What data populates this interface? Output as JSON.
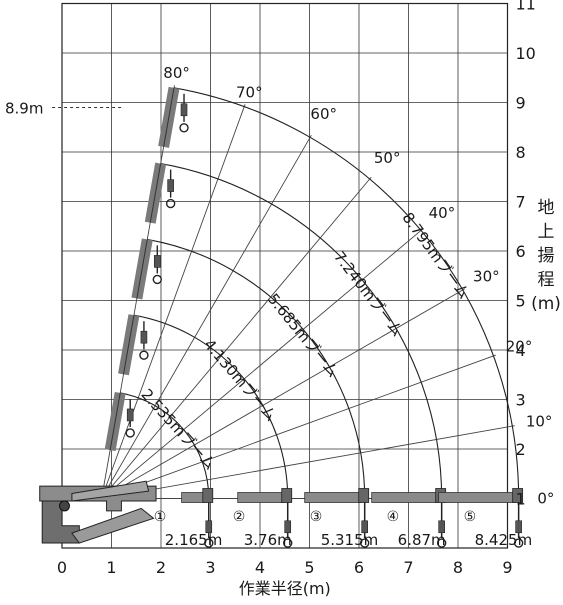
{
  "chart_data": {
    "type": "crane-working-range-diagram",
    "x_axis": {
      "label": "作業半径(m)",
      "ticks": [
        "0",
        "1",
        "2",
        "3",
        "4",
        "5",
        "6",
        "7",
        "8",
        "9"
      ],
      "range": [
        0,
        9
      ]
    },
    "y_axis": {
      "label_chars": [
        "地",
        "上",
        "揚",
        "程",
        "(m)"
      ],
      "ticks": [
        "1",
        "2",
        "3",
        "4",
        "5",
        "6",
        "7",
        "8",
        "9",
        "10",
        "11"
      ],
      "range": [
        0,
        11
      ]
    },
    "max_height_marker": {
      "label": "8.9m",
      "value": 8.9
    },
    "angles": [
      {
        "label": "80°",
        "deg": 80
      },
      {
        "label": "70°",
        "deg": 70
      },
      {
        "label": "60°",
        "deg": 60
      },
      {
        "label": "50°",
        "deg": 50
      },
      {
        "label": "40°",
        "deg": 40
      },
      {
        "label": "30°",
        "deg": 30
      },
      {
        "label": "20°",
        "deg": 20
      },
      {
        "label": "10°",
        "deg": 10
      },
      {
        "label": "0°",
        "deg": 0
      }
    ],
    "booms": [
      {
        "stage": "①",
        "arc_label": "2.535mブーム",
        "radius_label": "2.165m",
        "radius": 2.165
      },
      {
        "stage": "②",
        "arc_label": "4.130mブーム",
        "radius_label": "3.76m",
        "radius": 3.76
      },
      {
        "stage": "③",
        "arc_label": "5.685mブーム",
        "radius_label": "5.315m",
        "radius": 5.315
      },
      {
        "stage": "④",
        "arc_label": "7.240mブーム",
        "radius_label": "6.87m",
        "radius": 6.87
      },
      {
        "stage": "⑤",
        "arc_label": "8.795mブーム",
        "radius_label": "8.425m",
        "radius": 8.425
      }
    ]
  }
}
